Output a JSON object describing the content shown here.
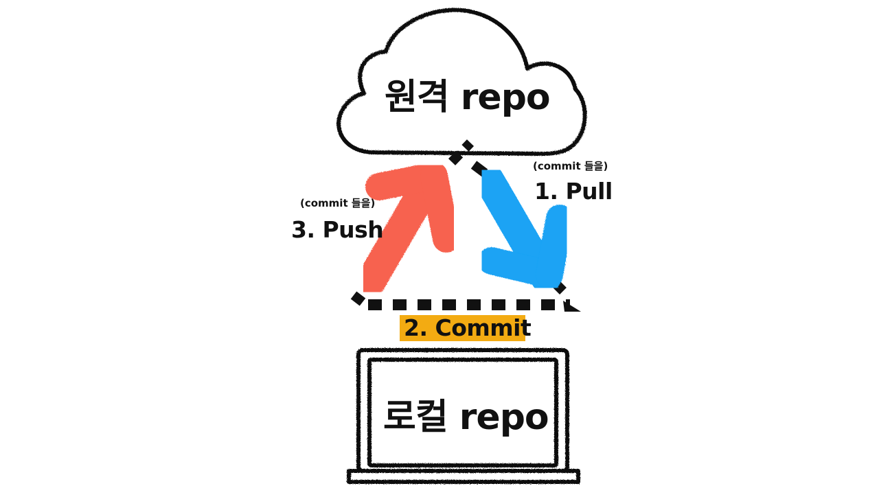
{
  "remote": {
    "label": "원격 repo",
    "icon": "cloud-icon"
  },
  "local": {
    "label": "로컬 repo",
    "icon": "laptop-icon"
  },
  "steps": {
    "pull": {
      "note": "(commit 들을)",
      "label": "1. Pull",
      "color": "#1aa3f4"
    },
    "commit": {
      "label": "2. Commit",
      "highlight_color": "#f3ab12"
    },
    "push": {
      "note": "(commit 들을)",
      "label": "3. Push",
      "color": "#f7624f"
    }
  },
  "colors": {
    "stroke": "#111111",
    "background": "#ffffff"
  }
}
